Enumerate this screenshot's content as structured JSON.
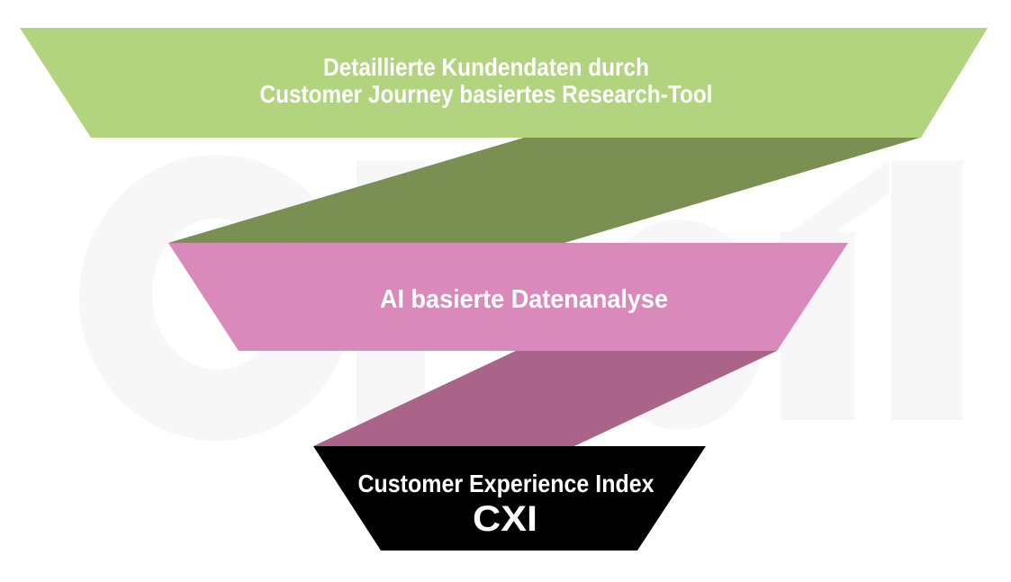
{
  "diagram": {
    "background_color": "#ffffff",
    "text_color": "#ffffff",
    "watermark_color": "#f7f7f7",
    "stage1": {
      "line1": "Detaillierte Kundendaten durch",
      "line2": "Customer Journey basiertes Research-Tool",
      "color": "#b2d47e"
    },
    "connector1": {
      "color": "#7a9053"
    },
    "stage2": {
      "label": "AI basierte Datenanalyse",
      "color": "#d989ba"
    },
    "connector2": {
      "color": "#aa6489"
    },
    "stage3": {
      "line1": "Customer Experience Index",
      "line2": "CXI",
      "color": "#000000"
    }
  }
}
